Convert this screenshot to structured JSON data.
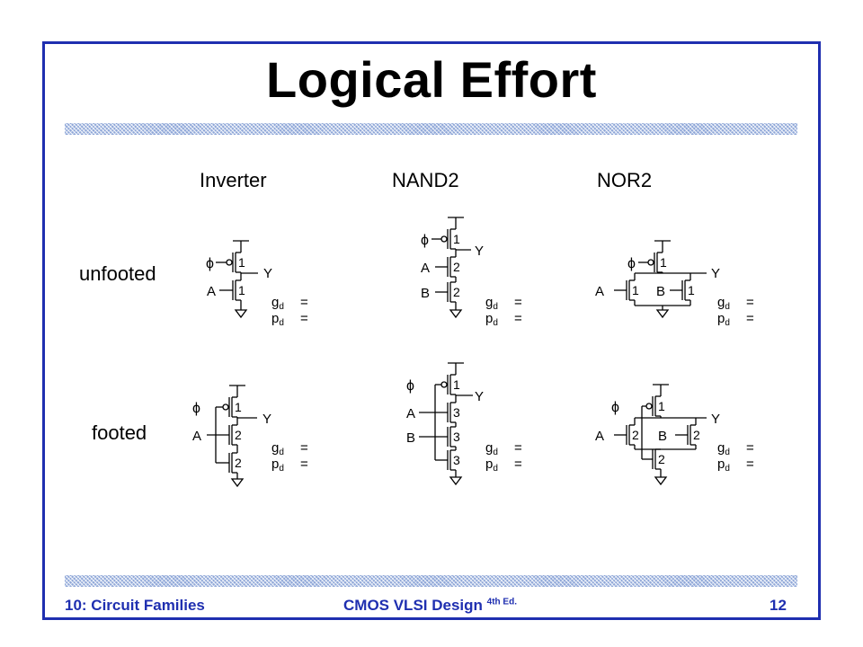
{
  "slide": {
    "title": "Logical Effort",
    "footer": {
      "left": "10: Circuit Families",
      "center": "CMOS VLSI Design",
      "center_sup": "4th Ed.",
      "page": "12"
    },
    "border_color": "#1f2fb0"
  },
  "columns": [
    "Inverter",
    "NAND2",
    "NOR2"
  ],
  "rows": [
    "unfooted",
    "footed"
  ],
  "circuit_labels": {
    "clock": "ϕ",
    "input_a": "A",
    "input_b": "B",
    "output": "Y",
    "gd": "g",
    "pd": "p",
    "sub_d": "d",
    "equals": "="
  },
  "transistor_sizes": {
    "inverter_unfooted": [
      "1",
      "1"
    ],
    "nand2_unfooted": [
      "1",
      "2",
      "2"
    ],
    "nor2_unfooted": [
      "1",
      "1",
      "1"
    ],
    "inverter_footed": [
      "1",
      "2",
      "2"
    ],
    "nand2_footed": [
      "1",
      "3",
      "3",
      "3"
    ],
    "nor2_footed": [
      "1",
      "2",
      "2",
      "2"
    ]
  }
}
